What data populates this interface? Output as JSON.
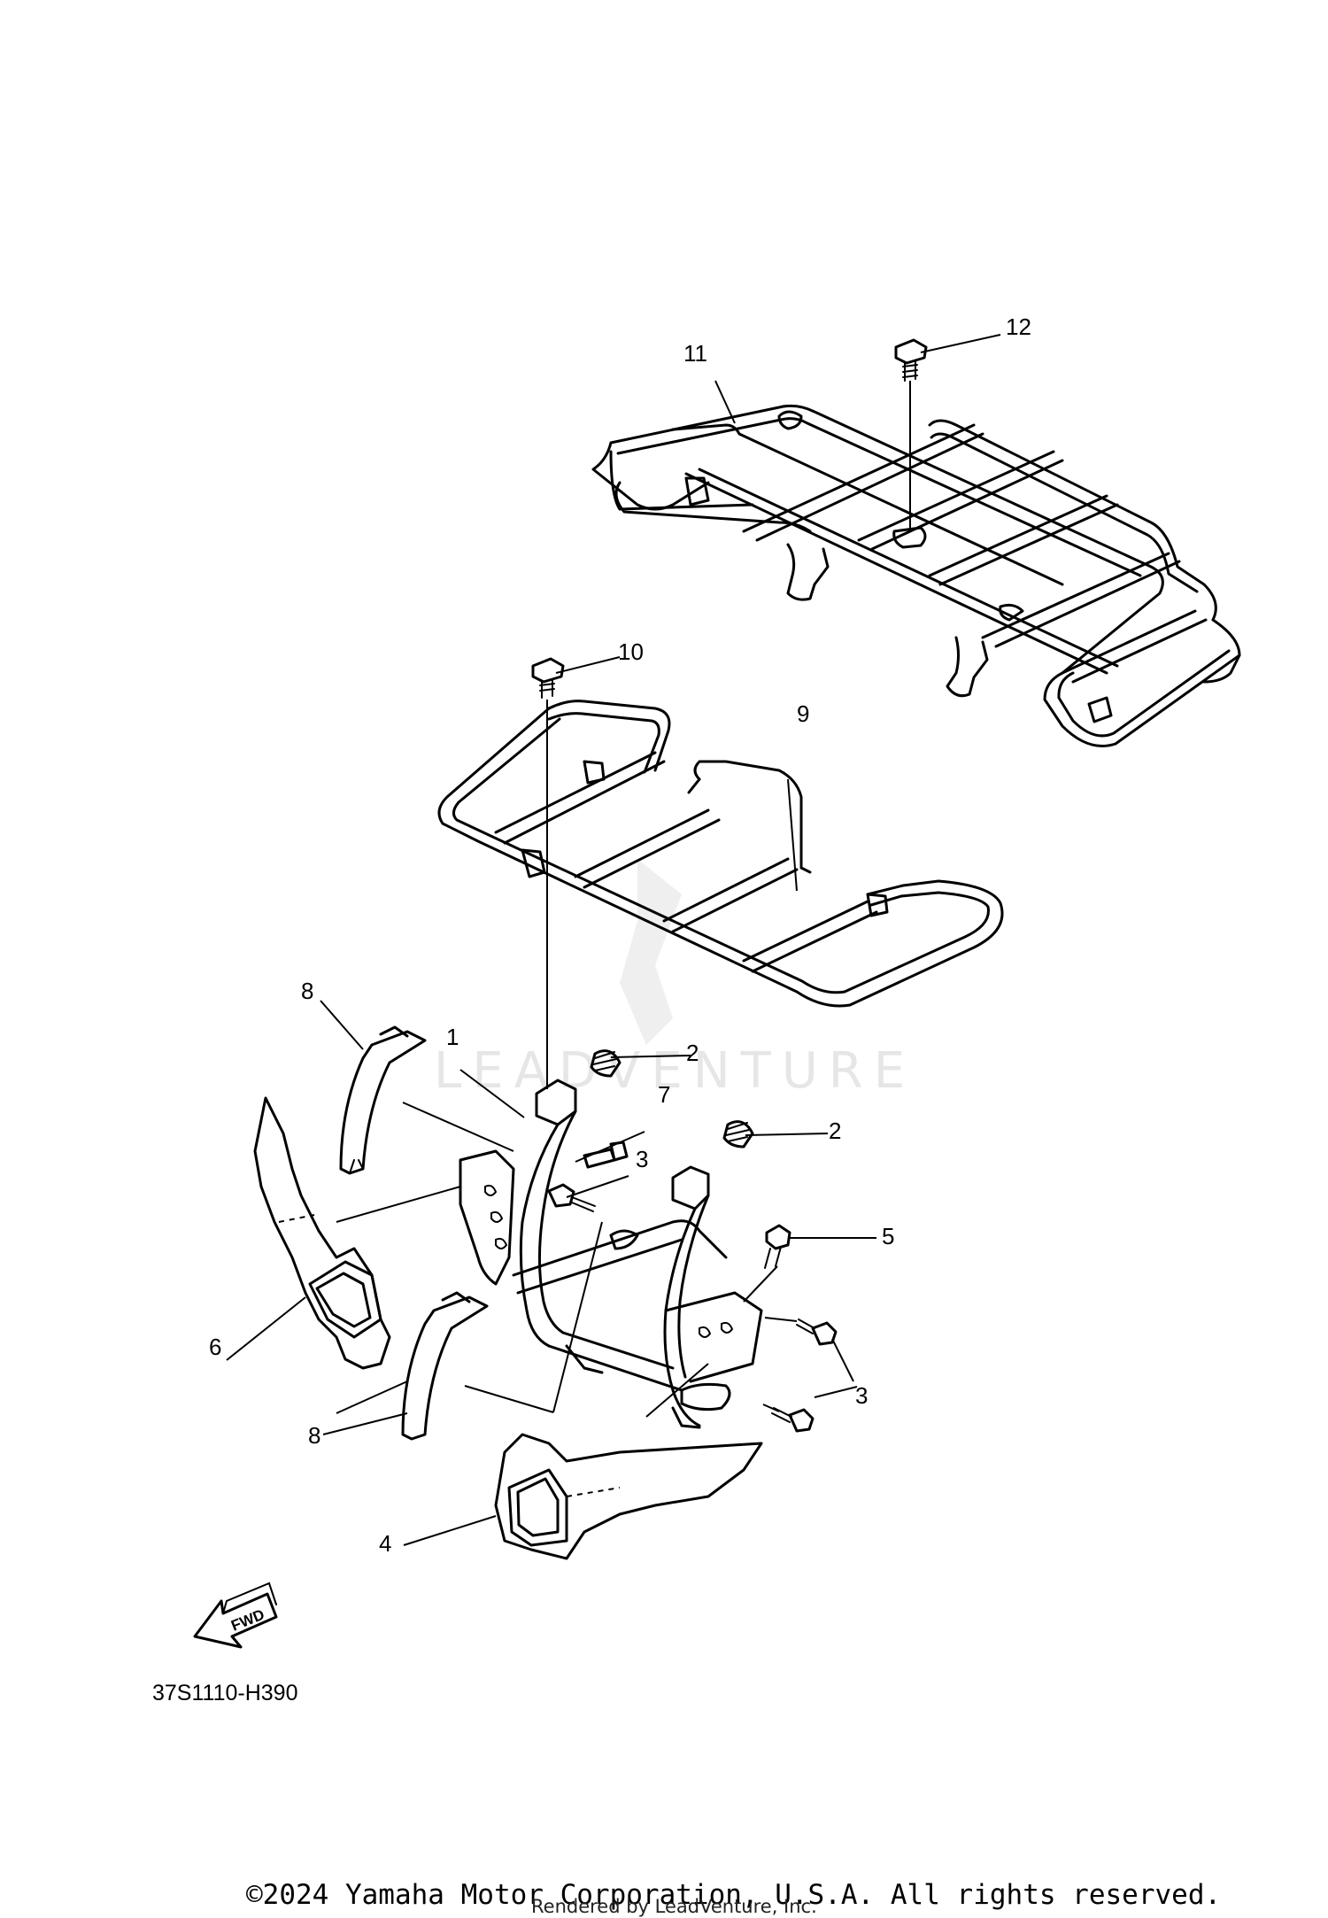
{
  "diagram": {
    "callouts": {
      "c1": "1",
      "c2a": "2",
      "c2b": "2",
      "c3a": "3",
      "c3b": "3",
      "c4": "4",
      "c5": "5",
      "c6": "6",
      "c7": "7",
      "c8a": "8",
      "c8b": "8",
      "c9": "9",
      "c10": "10",
      "c11": "11",
      "c12": "12"
    },
    "fwd_label": "FWD",
    "diagram_code": "37S1110-H390",
    "watermark_text": "LEADVENTURE",
    "copyright": "©2024 Yamaha Motor Corporation, U.S.A. All rights reserved.",
    "rendered_by": "Rendered by LeadVenture, Inc."
  }
}
